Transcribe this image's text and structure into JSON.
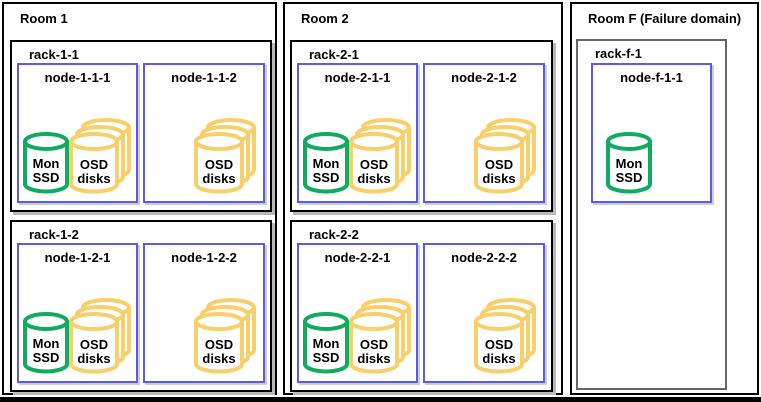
{
  "device_labels": {
    "mon_line1": "Mon",
    "mon_line2": "SSD",
    "osd_line1": "OSD",
    "osd_line2": "disks"
  },
  "colors": {
    "mon_green": "#0fab60",
    "osd_yellow": "#f8d06b",
    "node_border": "#5c5ce0",
    "rack_border": "#000000",
    "failure_rack_border": "#666666",
    "room_border": "#000000",
    "shadow": "#b9b9b9",
    "background": "#ffffff"
  },
  "rooms": [
    {
      "title": "Room 1",
      "racks": [
        {
          "name": "rack-1-1",
          "nodes": [
            {
              "name": "node-1-1-1",
              "devices": [
                "Mon SSD",
                "OSD disks"
              ]
            },
            {
              "name": "node-1-1-2",
              "devices": [
                "OSD disks"
              ]
            }
          ]
        },
        {
          "name": "rack-1-2",
          "nodes": [
            {
              "name": "node-1-2-1",
              "devices": [
                "Mon SSD",
                "OSD disks"
              ]
            },
            {
              "name": "node-1-2-2",
              "devices": [
                "OSD disks"
              ]
            }
          ]
        }
      ]
    },
    {
      "title": "Room 2",
      "racks": [
        {
          "name": "rack-2-1",
          "nodes": [
            {
              "name": "node-2-1-1",
              "devices": [
                "Mon SSD",
                "OSD disks"
              ]
            },
            {
              "name": "node-2-1-2",
              "devices": [
                "OSD disks"
              ]
            }
          ]
        },
        {
          "name": "rack-2-2",
          "nodes": [
            {
              "name": "node-2-2-1",
              "devices": [
                "Mon SSD",
                "OSD disks"
              ]
            },
            {
              "name": "node-2-2-2",
              "devices": [
                "OSD disks"
              ]
            }
          ]
        }
      ]
    },
    {
      "title": "Room F (Failure domain)",
      "racks": [
        {
          "name": "rack-f-1",
          "nodes": [
            {
              "name": "node-f-1-1",
              "devices": [
                "Mon SSD"
              ]
            }
          ]
        }
      ]
    }
  ]
}
